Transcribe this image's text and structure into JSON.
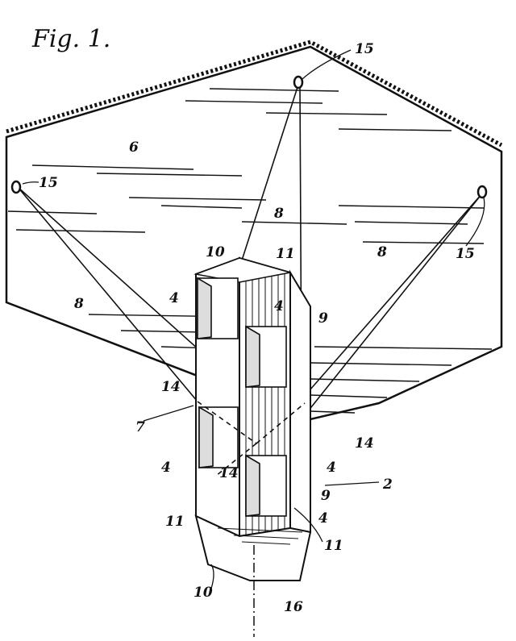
{
  "figure": {
    "title": "Fig. 1.",
    "labels": {
      "ceiling": "6",
      "rod": "7",
      "cord": "8",
      "ring": "15",
      "bracket": "14",
      "end_panel": "10",
      "side_panel": "11",
      "shelf": "4",
      "divider": "9",
      "assembly": "2",
      "axis": "16"
    }
  }
}
